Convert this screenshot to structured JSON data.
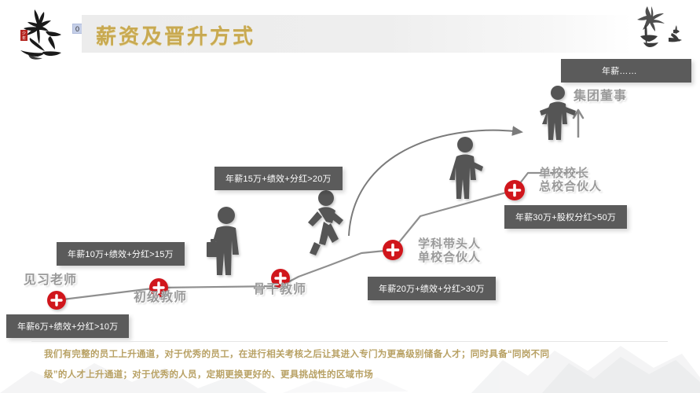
{
  "header": {
    "badge": "0",
    "title": "薪资及晋升方式",
    "logo_name": "shaonian-ink-logo",
    "ink_art_name": "ink-horseman-banner",
    "title_color": "#c8a951",
    "bar_color": "#ececec"
  },
  "diagram": {
    "node_color": "#d0161e",
    "line_color": "#8f8f8f",
    "salary_box_color": "#5b5b5b",
    "role_label_color": "#9a9a9a",
    "steps": [
      {
        "role": "见习老师",
        "salary": "年薪6万+绩效+分红>10万"
      },
      {
        "role": "初级教师",
        "salary": "年薪10万+绩效+分红>15万"
      },
      {
        "role": "骨干教师",
        "salary": "年薪15万+绩效+分红>20万"
      },
      {
        "role_line1": "学科带头人",
        "role_line2": "单校合伙人",
        "salary": "年薪20万+绩效+分红>30万"
      },
      {
        "role_line1": "单校校长",
        "role_line2": "总校合伙人",
        "salary": "年薪30万+股权分红>50万"
      },
      {
        "role": "集团董事",
        "salary": "年薪……"
      }
    ],
    "figures": [
      "standing-person-with-briefcase",
      "climbing-person",
      "standing-person-pointing",
      "person-arms-open"
    ],
    "arrow_name": "curved-growth-arrow",
    "up_arrow_name": "up-arrow"
  },
  "footer": {
    "line1": "我们有完整的员工上升通道，对于优秀的员工，在进行相关考核之后让其进入专门为更高级别储备人才；同时具备“同岗不同",
    "line2": "级”的人才上升通道；对于优秀的人员，定期更换更好的、更具挑战性的区域市场",
    "text_color": "#b8a164",
    "watermark_name": "ink-mountain-watermark"
  }
}
